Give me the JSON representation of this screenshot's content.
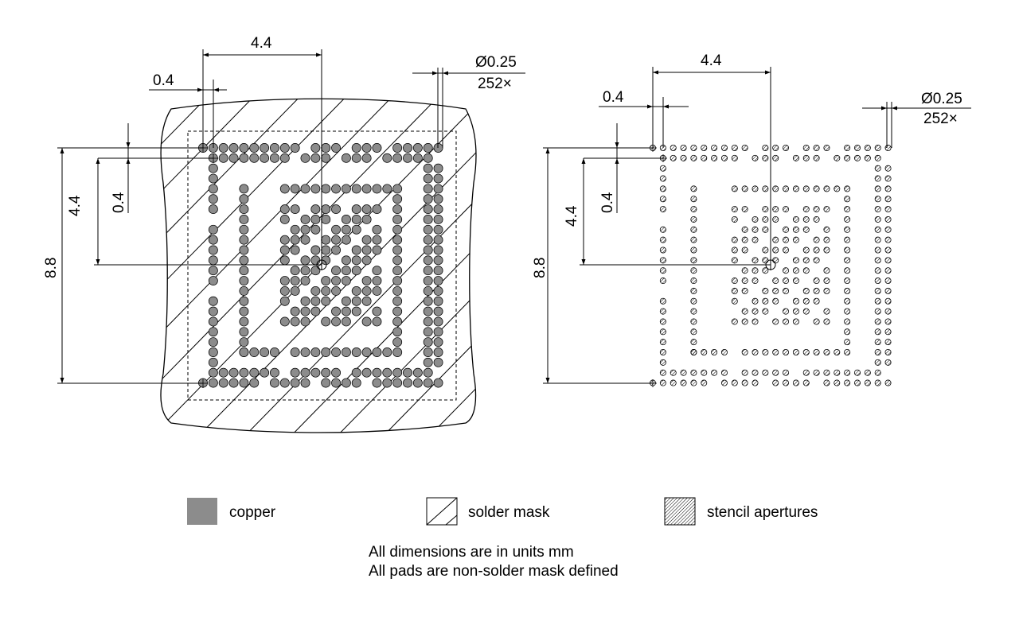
{
  "left_view": {
    "dim_pitch_top": "4.4",
    "dim_pad_pitch": "0.4",
    "dim_diameter": "Ø0.25",
    "dim_count": "252×",
    "dim_vertical_half": "4.4",
    "dim_vertical_pitch": "0.4",
    "dim_height": "8.8"
  },
  "right_view": {
    "dim_pitch_top": "4.4",
    "dim_pad_pitch": "0.4",
    "dim_diameter": "Ø0.25",
    "dim_count": "252×",
    "dim_vertical_half": "4.4",
    "dim_vertical_pitch": "0.4",
    "dim_height": "8.8"
  },
  "legend": {
    "copper": "copper",
    "solder_mask": "solder mask",
    "stencil": "stencil apertures"
  },
  "notes": {
    "line1": "All dimensions are in units mm",
    "line2": "All pads are non-solder mask defined"
  },
  "colors": {
    "copper": "#8c8c8c",
    "line": "#000000"
  },
  "icons": [
    "crosshair-icon"
  ]
}
